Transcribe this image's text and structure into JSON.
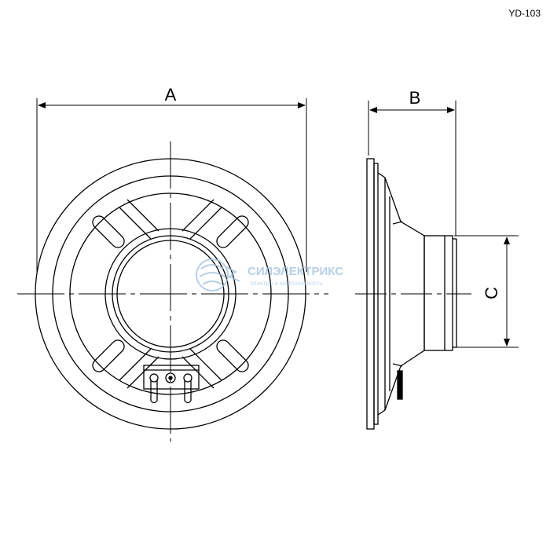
{
  "model_label": "YD-103",
  "dimensions": {
    "a_label": "A",
    "b_label": "B",
    "c_label": "C"
  },
  "watermark": {
    "brand": "СИЛЭЛЕКТРИКС",
    "tagline": "электро и комплектность",
    "color": "#9fc0e0"
  },
  "line_color": "#000000"
}
